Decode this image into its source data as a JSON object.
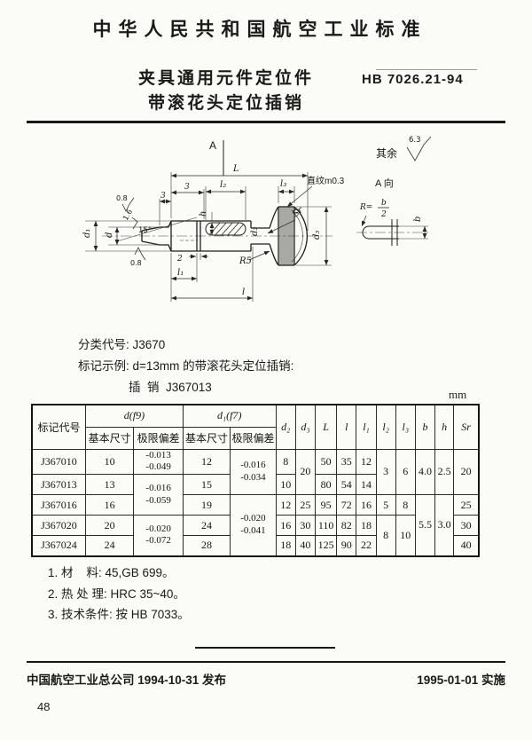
{
  "page": {
    "header_title": "中华人民共和国航空工业标准",
    "doc_title_line1": "夹具通用元件定位件",
    "doc_title_line2": "带滚花头定位插销",
    "standard_number": "HB 7026.21-94",
    "footer_left": "中国航空工业总公司 1994-10-31 发布",
    "footer_right": "1995-01-01 实施",
    "page_number": "48"
  },
  "classification": {
    "code_line": "分类代号: J3670",
    "example_line1": "标记示例: d=13mm 的带滚花头定位插销:",
    "example_line2": "插  销  J367013"
  },
  "drawing": {
    "section_marker": "A",
    "surface_rest_label": "其余",
    "surface_rest_value": "6.3",
    "dim_L": "L",
    "dim_3_a": "3",
    "dim_3_b": "3",
    "dim_l2": "l₂",
    "dim_l3": "l₃",
    "knurl_note": "直纹m0.3",
    "dim_h": "h",
    "dim_d": "d",
    "dim_d1": "d₁",
    "dim_d2": "d₂",
    "dim_d3": "d₃",
    "angle": "15°",
    "finish_top": "0.8",
    "finish_mid": "1.6",
    "finish_bottom": "0.8",
    "dim_2": "2",
    "dim_L1": "l₁",
    "dim_l": "l",
    "fillet": "R5",
    "sphere_radius": "Sr",
    "view_label": "A 向",
    "radius_eq_prefix": "R=",
    "radius_eq_numerator": "b",
    "radius_eq_denominator": "2",
    "dim_b": "b"
  },
  "table": {
    "unit": "mm",
    "header": {
      "code": "标记代号",
      "d_group": "d(f9)",
      "d1_group": "d₁(f7)",
      "basic": "基本尺寸",
      "deviation": "极限偏差",
      "d2": "d₂",
      "d3": "d₃",
      "L": "L",
      "l": "l",
      "l1": "l₁",
      "l2": "l₂",
      "l3": "l₃",
      "b": "b",
      "h": "h",
      "Sr": "Sr"
    },
    "rows": [
      {
        "code": "J367010",
        "d_basic": "10",
        "d_dev": "-0.013\n-0.049",
        "d1_basic": "12",
        "d1_dev": "-0.016\n-0.034",
        "d2": "8",
        "d3": "20",
        "L": "50",
        "l": "35",
        "l1": "12",
        "l2": "3",
        "l3": "6",
        "b": "4.0",
        "h": "2.5",
        "Sr": "20"
      },
      {
        "code": "J367013",
        "d_basic": "13",
        "d_dev": "-0.016\n-0.059",
        "d1_basic": "15",
        "d2": "10",
        "L": "80",
        "l": "54",
        "l1": "14"
      },
      {
        "code": "J367016",
        "d_basic": "16",
        "d1_basic": "19",
        "d1_dev": "-0.020\n-0.041",
        "d2": "12",
        "d3": "25",
        "L": "95",
        "l": "72",
        "l1": "16",
        "l2": "5",
        "l3": "8",
        "b": "5.5",
        "h": "3.0",
        "Sr": "25"
      },
      {
        "code": "J367020",
        "d_basic": "20",
        "d_dev": "-0.020\n-0.072",
        "d1_basic": "24",
        "d2": "16",
        "d3": "30",
        "L": "110",
        "l": "82",
        "l1": "18",
        "l2": "8",
        "l3": "10",
        "Sr": "30"
      },
      {
        "code": "J367024",
        "d_basic": "24",
        "d1_basic": "28",
        "d2": "18",
        "d3": "40",
        "L": "125",
        "l": "90",
        "l1": "22",
        "Sr": "40"
      }
    ]
  },
  "notes": [
    "1. 材    料: 45,GB 699。",
    "2. 热 处 理: HRC 35~40。",
    "3. 技术条件: 按 HB 7033。"
  ]
}
